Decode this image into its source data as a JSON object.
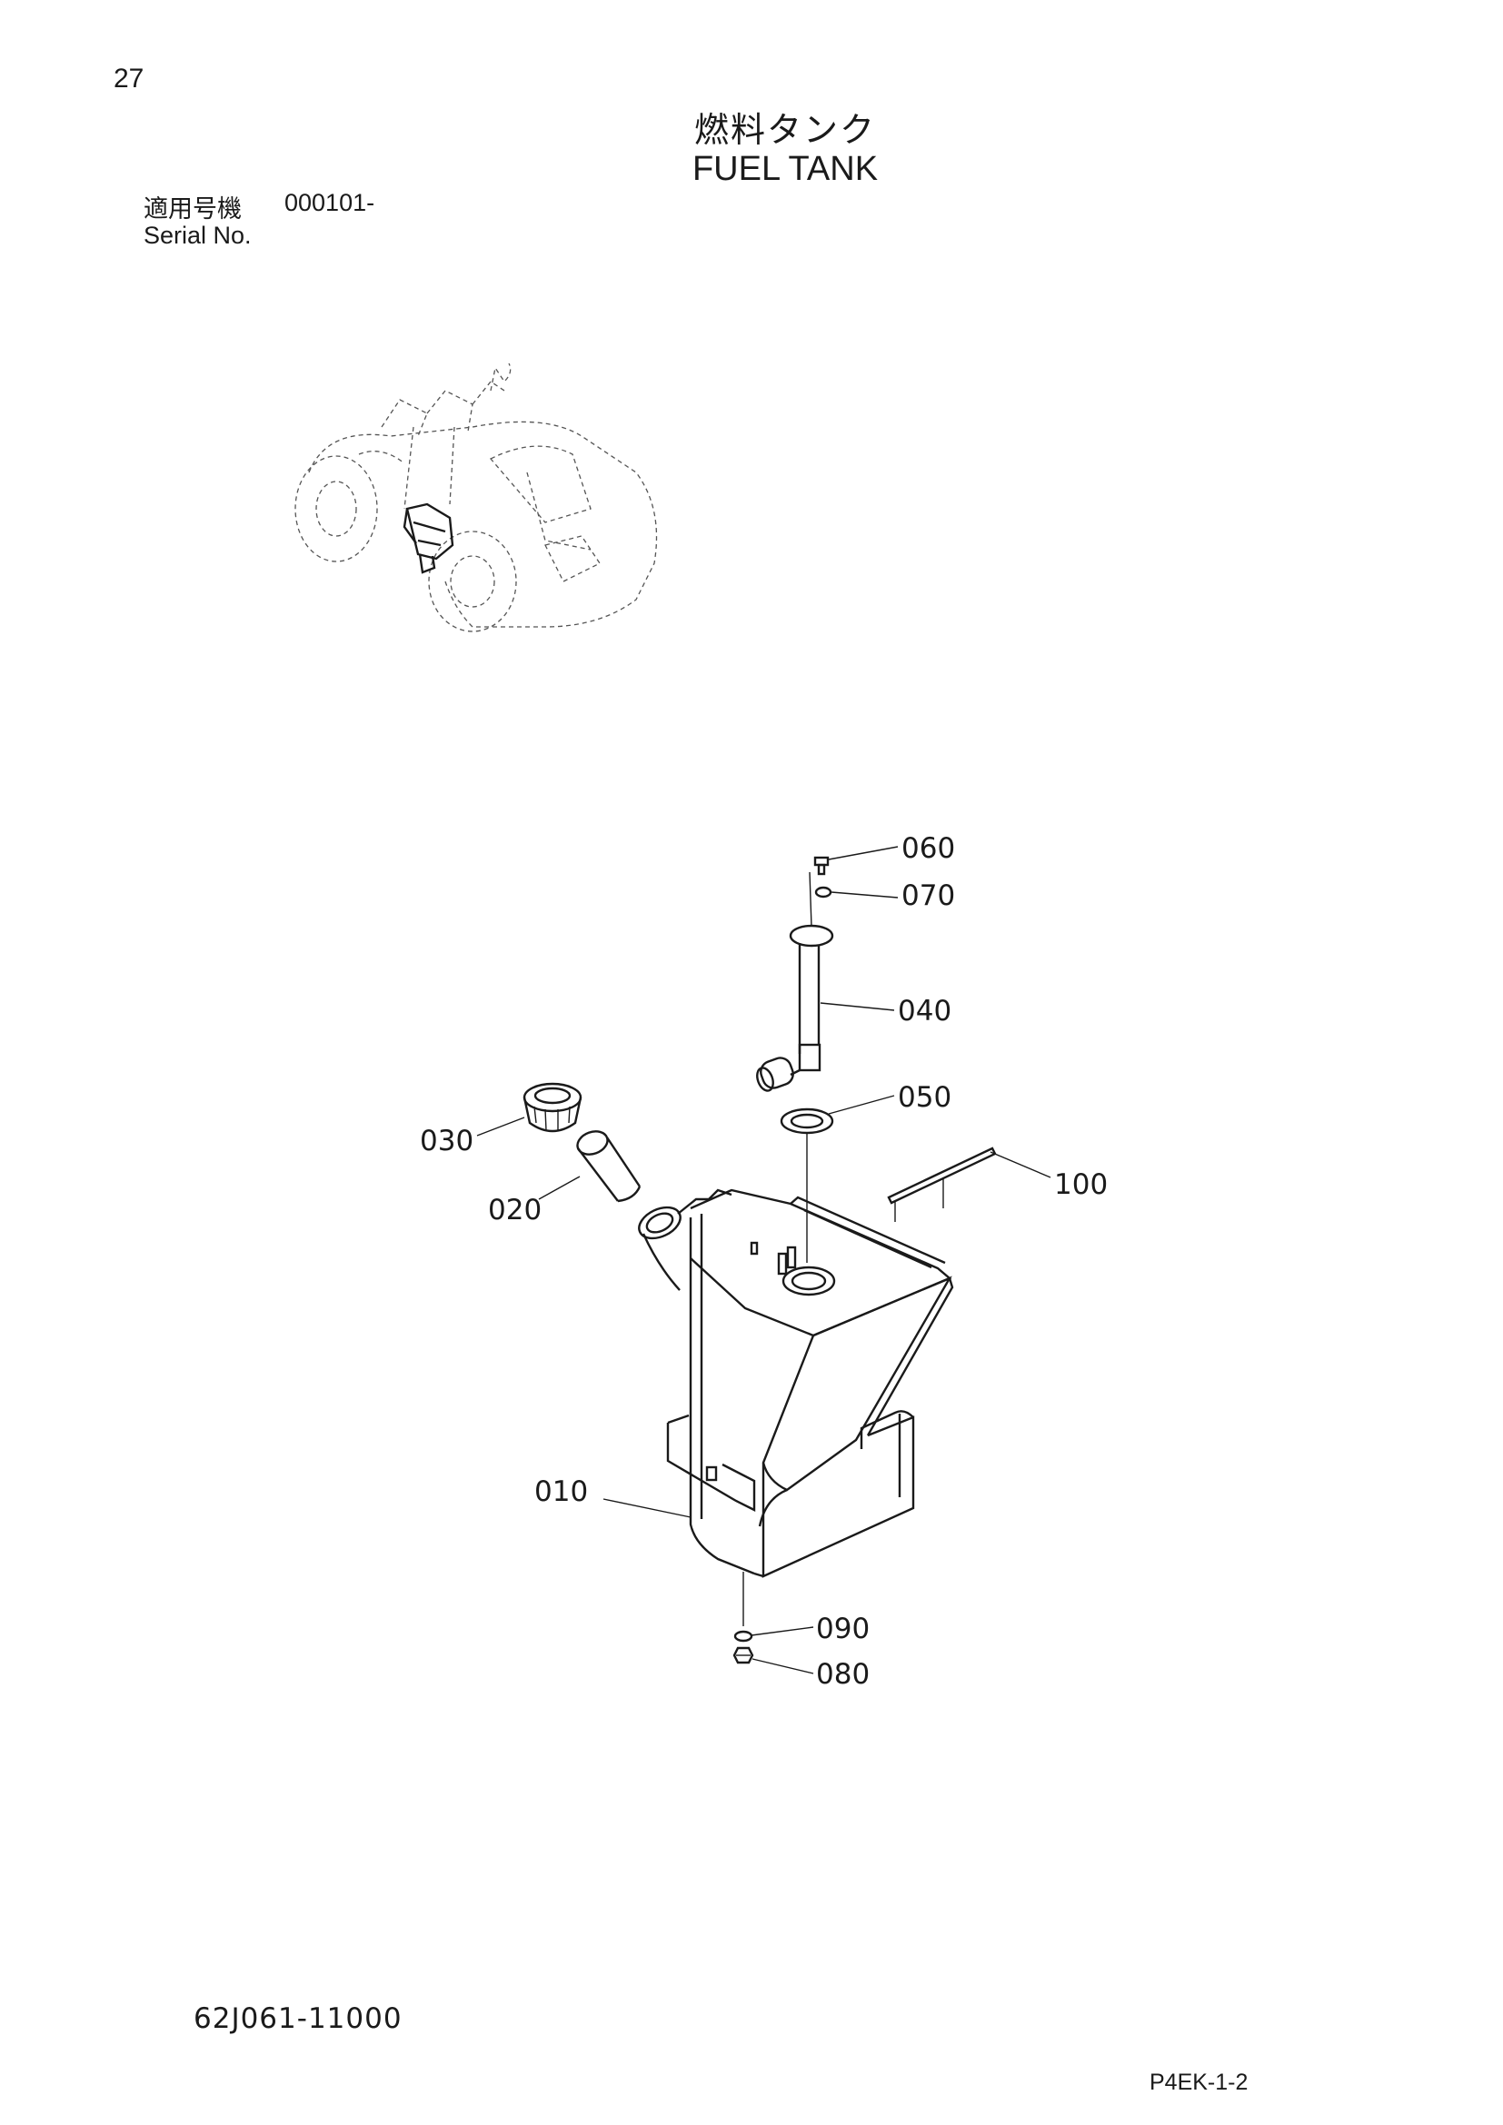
{
  "header": {
    "page_number": "27",
    "title_jp": "燃料タンク",
    "title_en": "FUEL TANK",
    "serial_label_jp": "適用号機",
    "serial_value": "000101-",
    "serial_label_en": "Serial No."
  },
  "parts": [
    {
      "id": "060"
    },
    {
      "id": "070"
    },
    {
      "id": "040"
    },
    {
      "id": "050"
    },
    {
      "id": "030"
    },
    {
      "id": "100"
    },
    {
      "id": "020"
    },
    {
      "id": "010"
    },
    {
      "id": "090"
    },
    {
      "id": "080"
    }
  ],
  "footer": {
    "drawing_code": "62J061-11000",
    "page_code": "P4EK-1-2"
  }
}
